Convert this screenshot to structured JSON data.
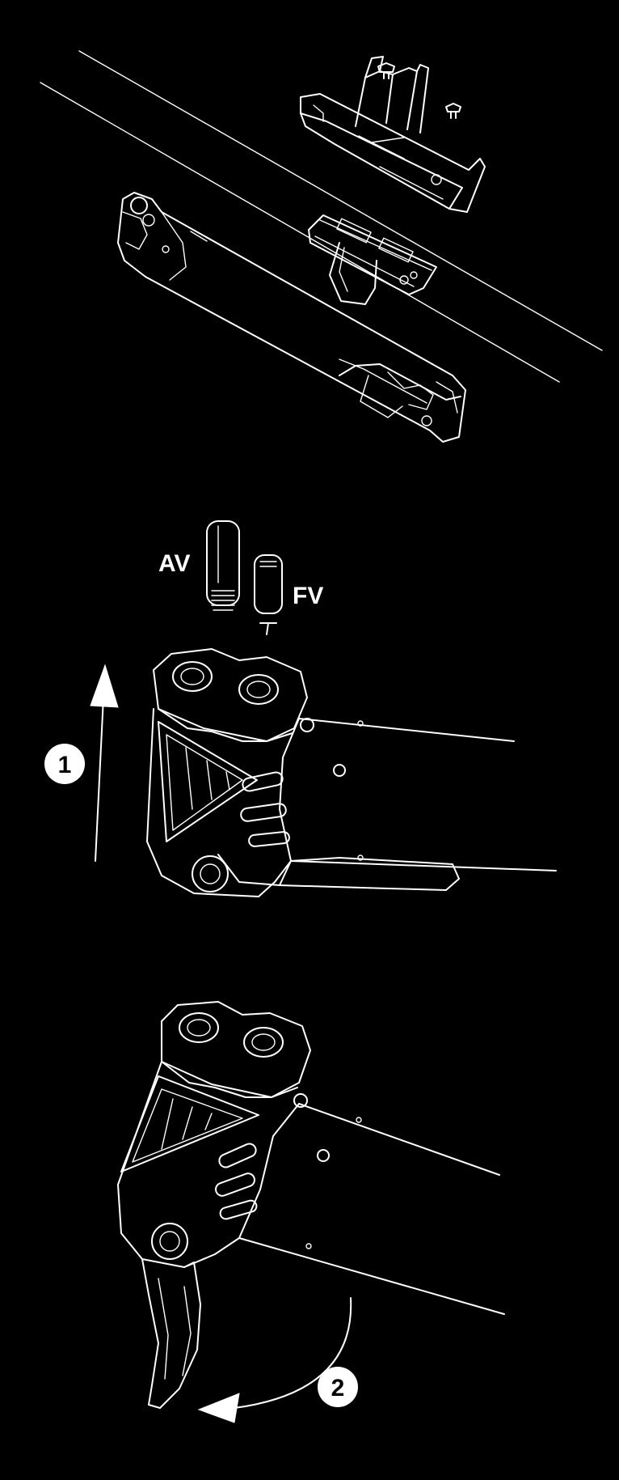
{
  "valve_labels": {
    "av": "AV",
    "fv": "FV"
  },
  "steps": [
    {
      "number": "1"
    },
    {
      "number": "2"
    }
  ],
  "colors": {
    "background": "#000000",
    "line": "#ffffff"
  }
}
